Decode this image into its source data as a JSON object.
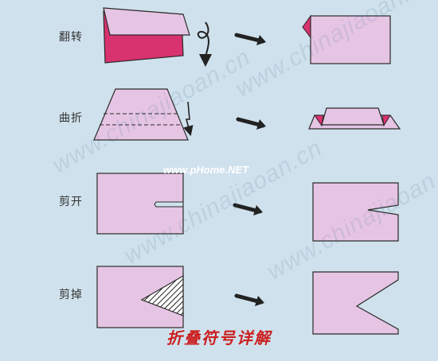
{
  "labels": {
    "row1": "翻转",
    "row2": "曲折",
    "row3": "剪开",
    "row4": "剪掉"
  },
  "title": "折叠符号详解",
  "watermark": {
    "main": "www.chinajiaoan.cn",
    "brand": "www.pHome.NET"
  },
  "colors": {
    "background": "#cfe1ec",
    "paper": "#e6c5e4",
    "paper_back": "#d8326f",
    "stroke": "#2a2a2a",
    "title": "#cc1f1f",
    "watermark": "#3f6f95"
  }
}
